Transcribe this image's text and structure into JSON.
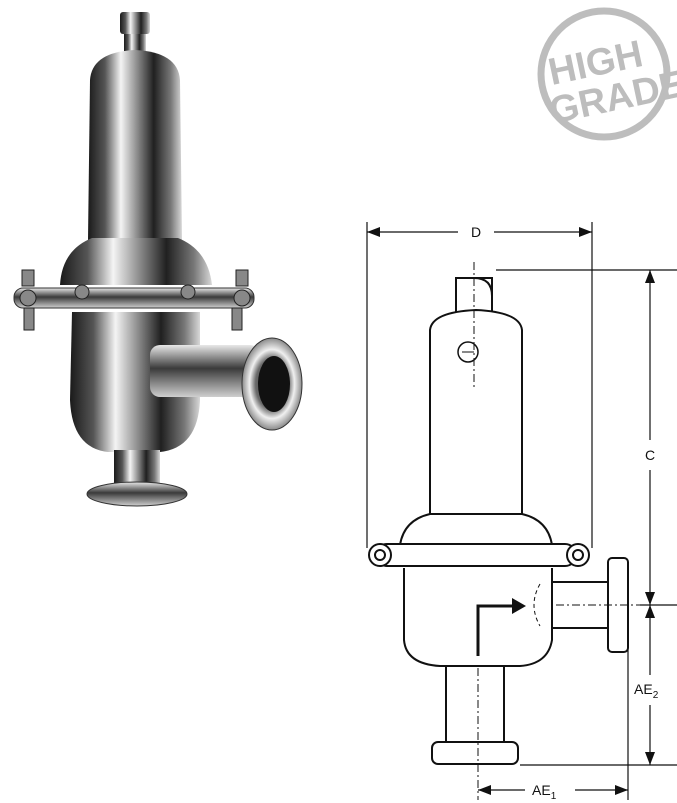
{
  "badge": {
    "line1": "HIGH",
    "line2": "GRADE"
  },
  "dimensions": {
    "d": "D",
    "c": "C",
    "ae2_base": "AE",
    "ae2_sub": "2",
    "ae1_base": "AE",
    "ae1_sub": "1"
  },
  "colors": {
    "badge": "#bdbdbd",
    "outline": "#111111",
    "steel_dark": "#2a2a2a",
    "steel_light": "#f2f2f2"
  }
}
